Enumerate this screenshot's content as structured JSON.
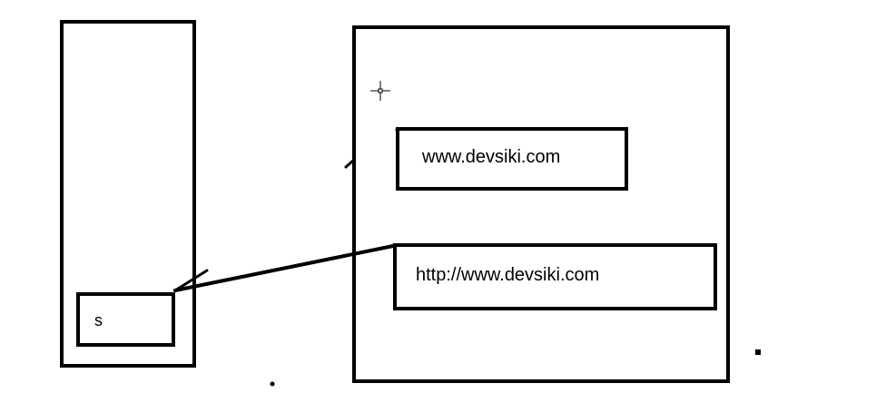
{
  "diagram": {
    "variable": {
      "label": "s"
    },
    "objects": [
      {
        "text": "www.devsiki.com"
      },
      {
        "text": "http://www.devsiki.com"
      }
    ],
    "colors": {
      "stroke": "#000000",
      "background": "#ffffff"
    },
    "icons": {
      "cursor": "crosshair-cursor-icon"
    }
  }
}
